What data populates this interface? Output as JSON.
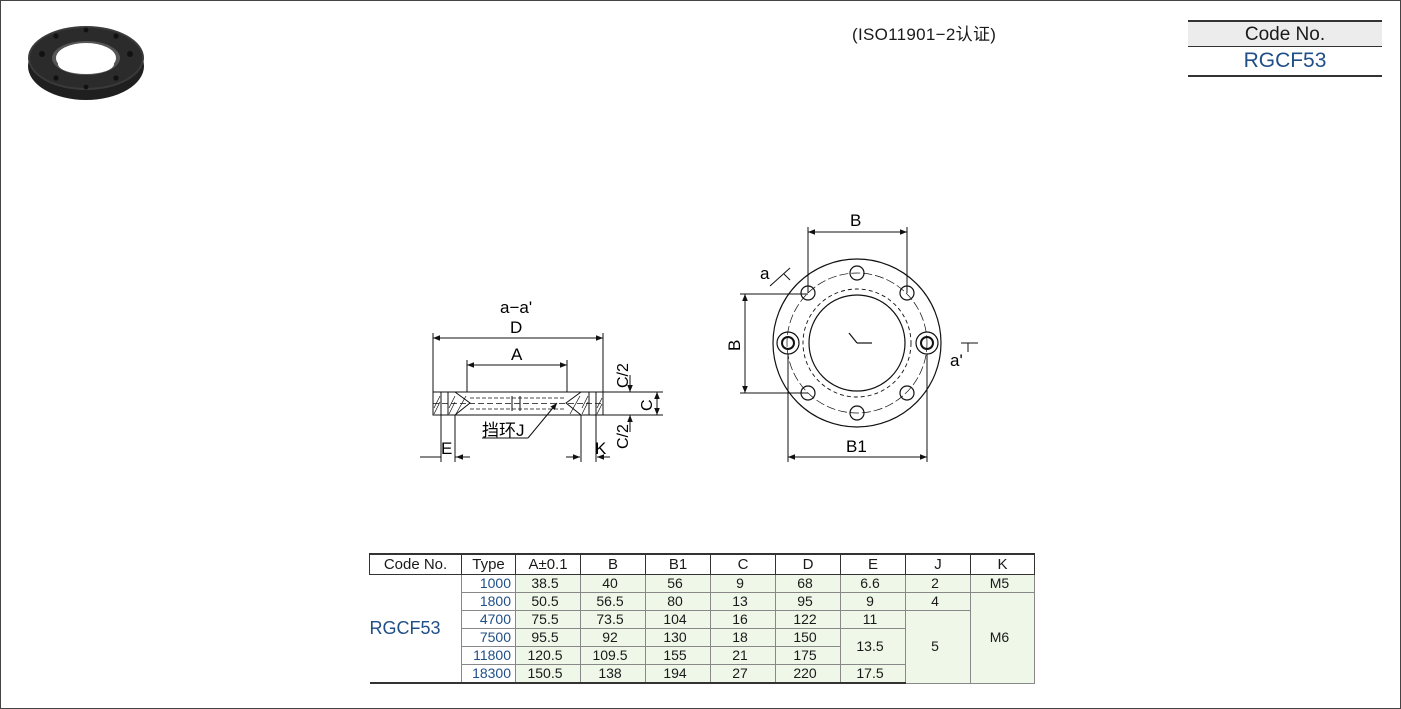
{
  "header": {
    "certification": "(ISO11901−2认证)",
    "code_label": "Code No.",
    "code_value": "RGCF53"
  },
  "drawing": {
    "section_label": "a−a'",
    "dim_D": "D",
    "dim_A": "A",
    "dim_C_half_top": "C/2",
    "dim_C": "C",
    "dim_C_half_bottom": "C/2",
    "dim_E": "E",
    "dim_K": "K",
    "retaining_ring": "挡环J",
    "front_B_top": "B",
    "front_B_left": "B",
    "front_B1": "B1",
    "marker_a": "a",
    "marker_a_prime": "a'"
  },
  "table": {
    "headers": [
      "Code No.",
      "Type",
      "A±0.1",
      "B",
      "B1",
      "C",
      "D",
      "E",
      "J",
      "K"
    ],
    "code": "RGCF53",
    "rows": [
      {
        "type": "1000",
        "A": "38.5",
        "B": "40",
        "B1": "56",
        "C": "9",
        "D": "68",
        "E": "6.6",
        "J": "2",
        "K": "M5"
      },
      {
        "type": "1800",
        "A": "50.5",
        "B": "56.5",
        "B1": "80",
        "C": "13",
        "D": "95",
        "E": "9",
        "J": "4",
        "K": "M6"
      },
      {
        "type": "4700",
        "A": "75.5",
        "B": "73.5",
        "B1": "104",
        "C": "16",
        "D": "122",
        "E": "11",
        "J": "5",
        "K": ""
      },
      {
        "type": "7500",
        "A": "95.5",
        "B": "92",
        "B1": "130",
        "C": "18",
        "D": "150",
        "E": "13.5",
        "J": "",
        "K": ""
      },
      {
        "type": "11800",
        "A": "120.5",
        "B": "109.5",
        "B1": "155",
        "C": "21",
        "D": "175",
        "E": "",
        "J": "",
        "K": ""
      },
      {
        "type": "18300",
        "A": "150.5",
        "B": "138",
        "B1": "194",
        "C": "27",
        "D": "220",
        "E": "17.5",
        "J": "",
        "K": ""
      }
    ]
  }
}
